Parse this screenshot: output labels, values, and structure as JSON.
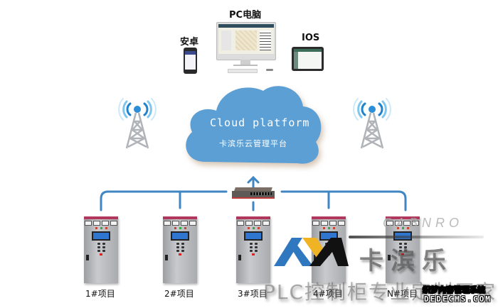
{
  "devices": {
    "pc_label": "PC电脑",
    "android_label": "安卓",
    "ios_label": "IOS"
  },
  "cloud": {
    "title": "Cloud platform",
    "subtitle": "卡滨乐云管理平台",
    "color": "#5b9fd4"
  },
  "network": {
    "line_color": "#3f86c2",
    "router": "router-switch"
  },
  "cabinets": [
    {
      "label": "1#项目"
    },
    {
      "label": "2#项目"
    },
    {
      "label": "3#项目"
    },
    {
      "label": "4#项目"
    },
    {
      "label": "N#项目"
    }
  ],
  "watermark": {
    "brand_cn": "卡滨乐",
    "brand_en": "CABNRO",
    "slogan": "PLC控制柜专业定制厂家",
    "logo_colors": {
      "blue": "#2f78c0",
      "yellow": "#f0b323",
      "black": "#111111"
    }
  },
  "dedecms": {
    "cn": "织梦内容管理系统",
    "en": "DEDECMS.COM"
  }
}
